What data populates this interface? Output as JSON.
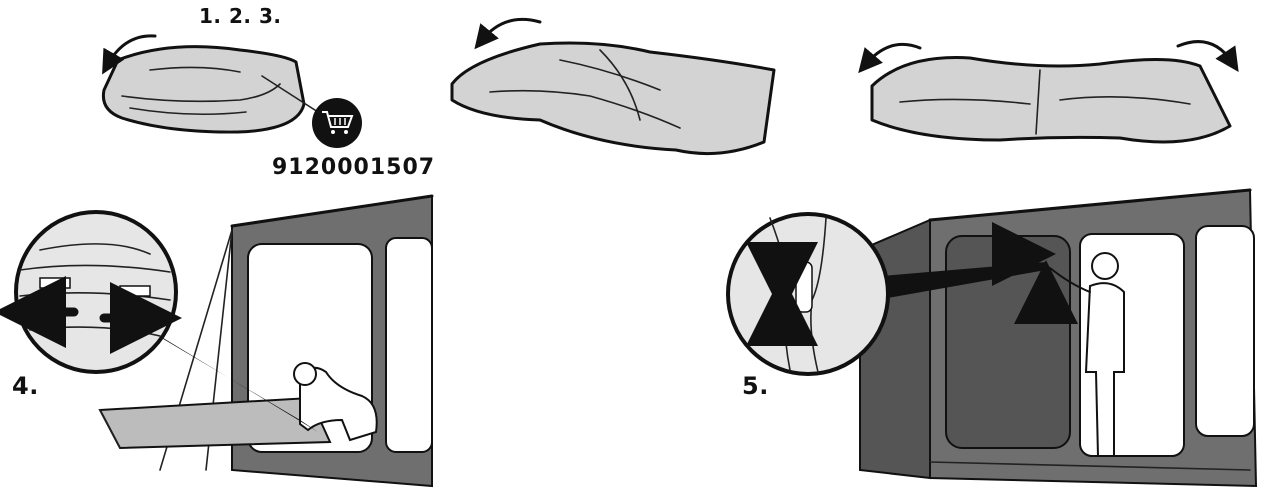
{
  "labels": {
    "steps_fold": "1. 2. 3.",
    "part_number": "9120001507",
    "step_4": "4.",
    "step_5": "5."
  },
  "icons": {
    "cart": "shopping-cart-icon"
  },
  "colors": {
    "ink": "#111111",
    "fabric": "#d3d3d3",
    "tent_frame": "#6f6f6f",
    "background": "#ffffff"
  }
}
